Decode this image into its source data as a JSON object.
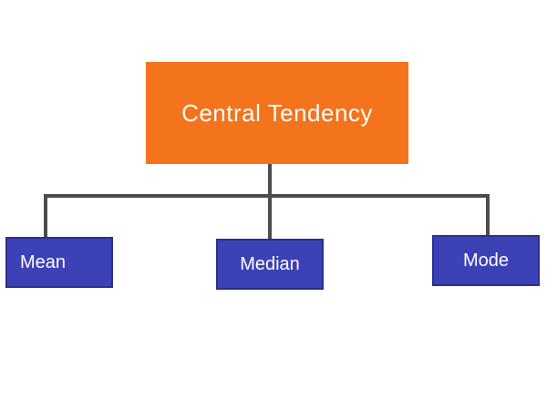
{
  "diagram": {
    "title_node": {
      "label": "Central Tendency"
    },
    "children": [
      {
        "label": "Mean"
      },
      {
        "label": "Median"
      },
      {
        "label": "Mode"
      }
    ],
    "colors": {
      "root_bg": "#f4731d",
      "child_bg": "#3c41b5",
      "connector": "#4d4d4d",
      "text": "#ffffff",
      "background": "#ffffff"
    }
  }
}
